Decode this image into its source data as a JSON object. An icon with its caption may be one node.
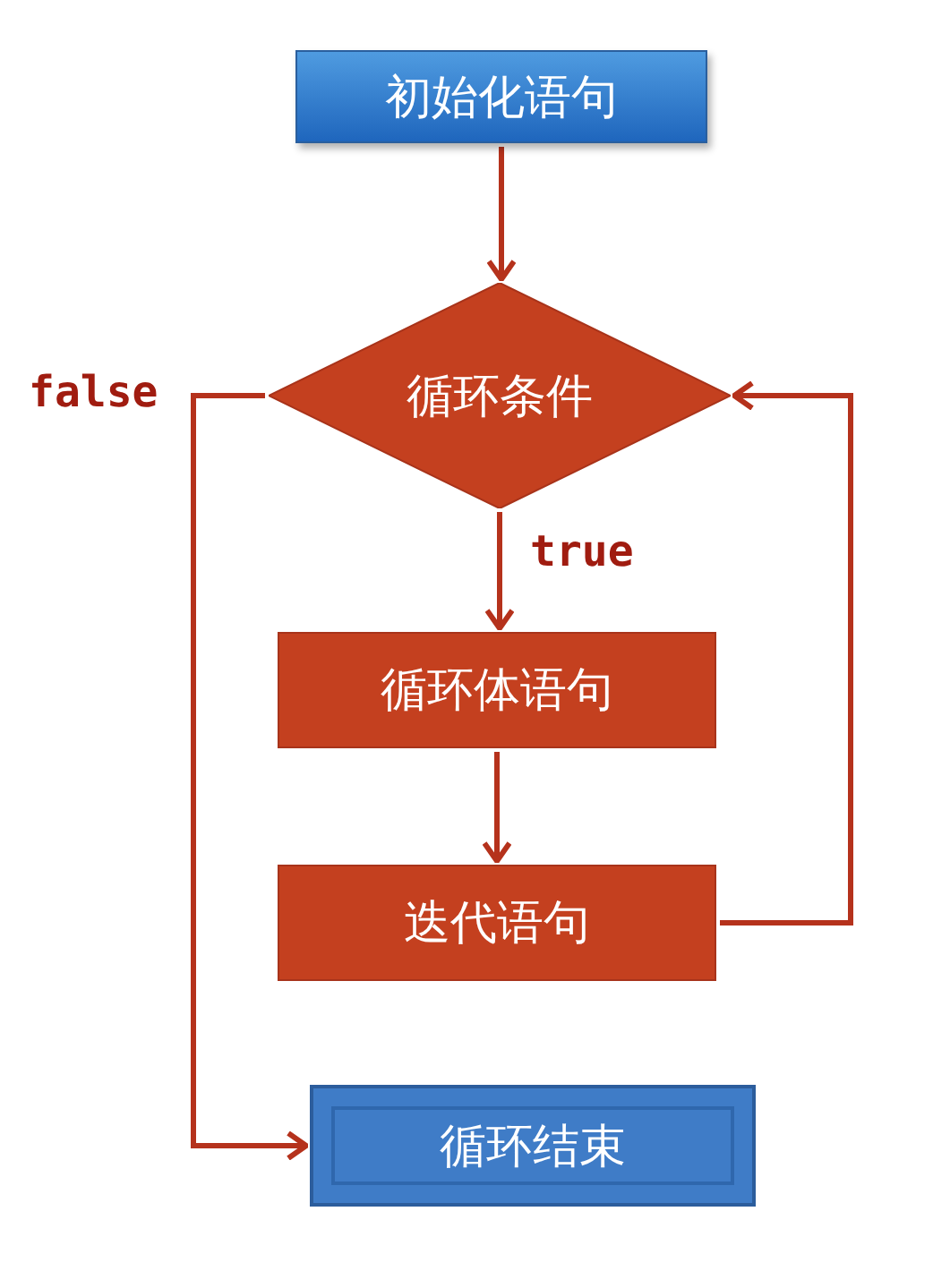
{
  "diagram": {
    "nodes": [
      {
        "text": [
          "初始化语句"
        ]
      },
      {
        "text": [
          "循环条件"
        ]
      },
      {
        "text": [
          "循环体语句"
        ]
      },
      {
        "text": [
          "迭代语句"
        ]
      },
      {
        "text": [
          "循环结束"
        ]
      }
    ],
    "edges": [
      {
        "from": 0,
        "to": 1,
        "arrow": "to"
      },
      {
        "from": 1,
        "to": 2,
        "arrow": "to",
        "label": "true"
      },
      {
        "from": 2,
        "to": 3,
        "arrow": "to"
      },
      {
        "from": 3,
        "to": 1,
        "arrow": "to"
      },
      {
        "from": 1,
        "to": 4,
        "arrow": "to",
        "label": "false"
      }
    ]
  }
}
